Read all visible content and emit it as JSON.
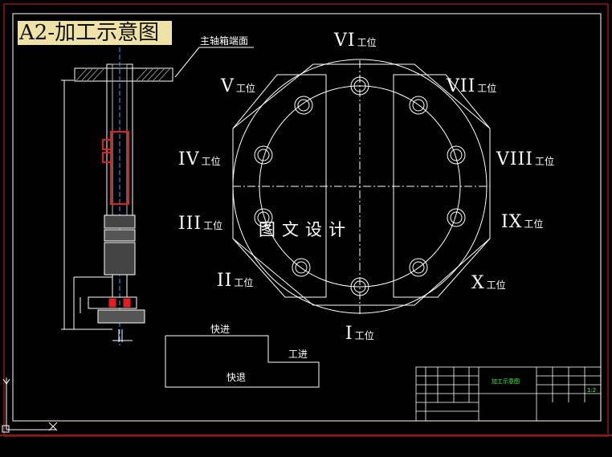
{
  "title": "A2-加工示意图",
  "spindle_label": "主轴箱端面",
  "stations": [
    {
      "id": "VI",
      "roman": "VI",
      "suffix": "工位"
    },
    {
      "id": "V",
      "roman": "V",
      "suffix": "工位"
    },
    {
      "id": "VII",
      "roman": "VII",
      "suffix": "工位"
    },
    {
      "id": "IV",
      "roman": "IV",
      "suffix": "工位"
    },
    {
      "id": "VIII",
      "roman": "VIII",
      "suffix": "工位"
    },
    {
      "id": "III",
      "roman": "III",
      "suffix": "工位"
    },
    {
      "id": "IX",
      "roman": "IX",
      "suffix": "工位"
    },
    {
      "id": "II",
      "roman": "II",
      "suffix": "工位"
    },
    {
      "id": "X",
      "roman": "X",
      "suffix": "工位"
    },
    {
      "id": "I",
      "roman": "I",
      "suffix": "工位"
    }
  ],
  "watermark": "图文设计",
  "cycle": {
    "fast_forward": "快进",
    "work_feed": "工进",
    "fast_return": "快退"
  },
  "title_block": {
    "drawing_name": "加工示意图",
    "scale": "1:2"
  },
  "colors": {
    "background": "#000000",
    "line": "#ffffff",
    "accent_red": "#e02020",
    "border_red": "#8b1a1a",
    "banner": "#efe2a6",
    "cyan": "#00e5ff"
  }
}
